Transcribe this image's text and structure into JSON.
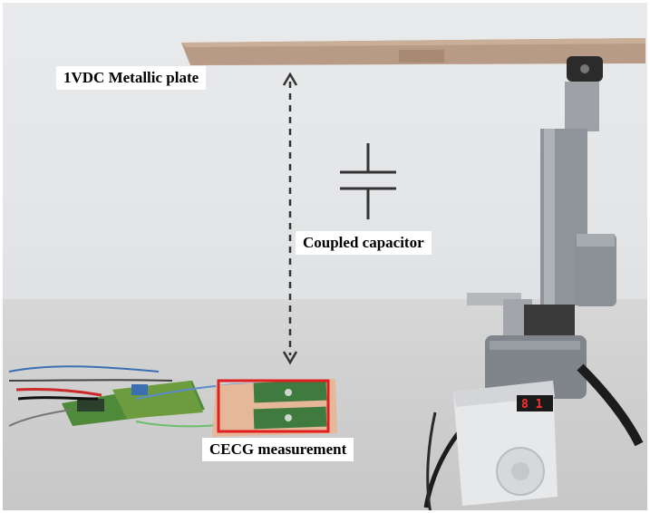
{
  "labels": {
    "plate": "1VDC Metallic plate",
    "capacitor": "Coupled capacitor",
    "measurement": "CECG measurement"
  },
  "controller_display": "8 1",
  "colors": {
    "annotation_box": "#e02020",
    "arrow": "#333333",
    "plate": "#b89b86",
    "pcb_green": "#4f8a3a"
  }
}
